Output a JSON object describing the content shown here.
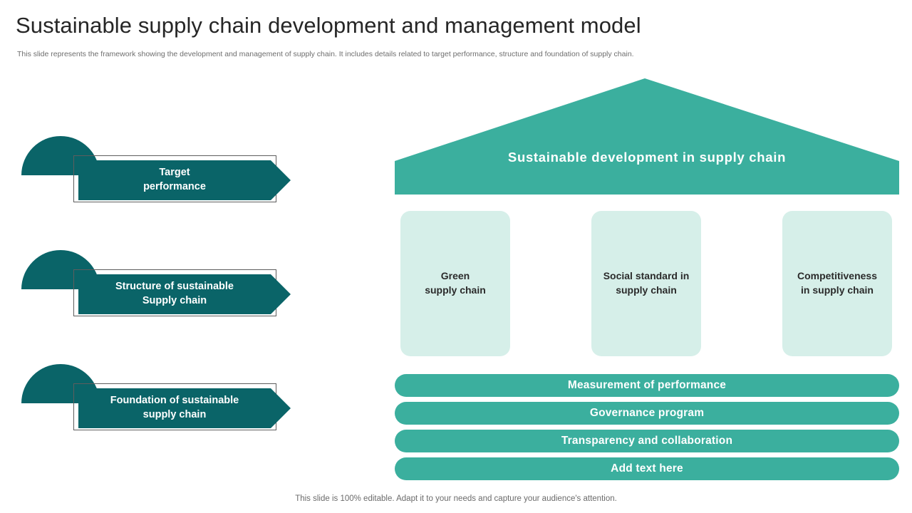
{
  "slide": {
    "title": "Sustainable supply chain development and management model",
    "subtitle": "This slide represents the framework showing the development and management of supply chain. It includes details related to target performance, structure and foundation of supply chain.",
    "footer": "This slide is 100% editable. Adapt it to your needs and capture your audience's attention."
  },
  "colors": {
    "dark_teal": "#0A6468",
    "medium_teal": "#3BAF9E",
    "light_mint": "#D6EFE9",
    "title_text": "#262626",
    "body_text": "#6e6e6e"
  },
  "left_column": {
    "items": [
      {
        "line1": "Target",
        "line2": "performance"
      },
      {
        "line1": "Structure of sustainable",
        "line2": "Supply chain"
      },
      {
        "line1": "Foundation of sustainable",
        "line2": "supply chain"
      }
    ]
  },
  "house": {
    "roof_label": "Sustainable development in supply chain",
    "pillars": [
      {
        "line1": "Green",
        "line2": "supply chain"
      },
      {
        "line1": "Social standard in",
        "line2": "supply chain"
      },
      {
        "line1": "Competitiveness",
        "line2": "in supply chain"
      }
    ],
    "foundation": [
      {
        "label": "Measurement of performance"
      },
      {
        "label": "Governance program"
      },
      {
        "label": "Transparency and collaboration"
      },
      {
        "label": "Add text here"
      }
    ]
  }
}
